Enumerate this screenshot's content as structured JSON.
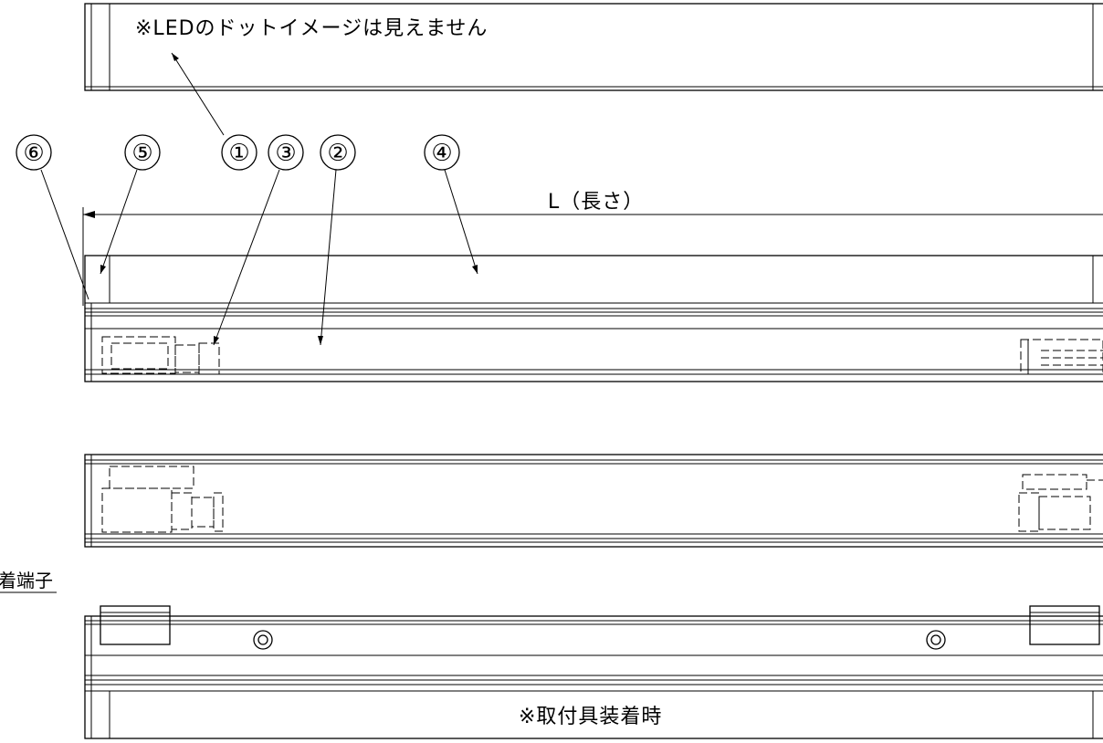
{
  "notes": {
    "led_dot": "※LEDのドットイメージは見えません",
    "length": "L（長さ）",
    "mounting": "※取付具装着時",
    "side_label": "着端子"
  },
  "callouts": [
    "⑥",
    "⑤",
    "①",
    "③",
    "②",
    "④"
  ],
  "colors": {
    "line": "#000000",
    "background": "#ffffff"
  }
}
